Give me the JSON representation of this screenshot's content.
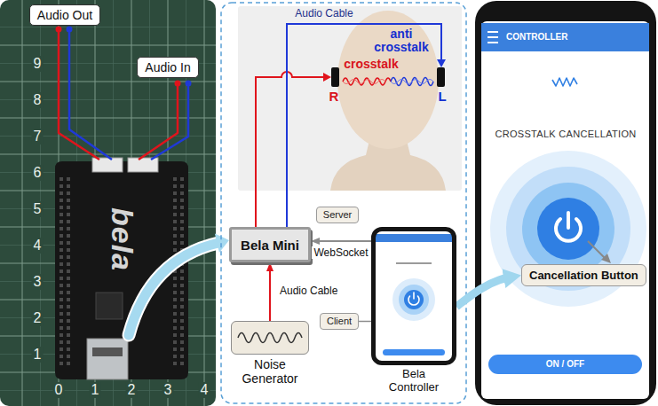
{
  "diagram": {
    "nodes": [
      {
        "text": [
          "Audio Out"
        ]
      },
      {
        "text": [
          "Audio In"
        ]
      },
      {
        "text": [
          "Bela Mini"
        ]
      },
      {
        "text": [
          "Server"
        ]
      },
      {
        "text": [
          "Noise Generator"
        ]
      },
      {
        "text": [
          "Client"
        ]
      },
      {
        "text": [
          "Bela Controller"
        ]
      },
      {
        "text": [
          "CROSSTALK CANCELLATION"
        ]
      },
      {
        "text": [
          "CONTROLLER"
        ],
        "in": 7
      },
      {
        "text": [
          "Cancellation Button"
        ],
        "in": 7
      },
      {
        "text": [
          "ON / OFF"
        ],
        "in": 7
      }
    ],
    "edges": [
      {
        "from": 4,
        "to": 2,
        "label": "Audio Cable",
        "arrow": "to"
      },
      {
        "from": 6,
        "to": 2,
        "label": "WebSocket",
        "arrow": "to"
      },
      {
        "from": 5,
        "to": 6,
        "arrow": "none"
      },
      {
        "from": 6,
        "to": 9,
        "arrow": "to"
      }
    ],
    "labels": [
      "Audio Cable",
      "anti crosstalk",
      "crosstalk",
      "R",
      "L",
      "9",
      "8",
      "7",
      "6",
      "5",
      "4",
      "3",
      "2",
      "1",
      "0",
      "1",
      "2",
      "3",
      "4",
      "bela"
    ]
  }
}
